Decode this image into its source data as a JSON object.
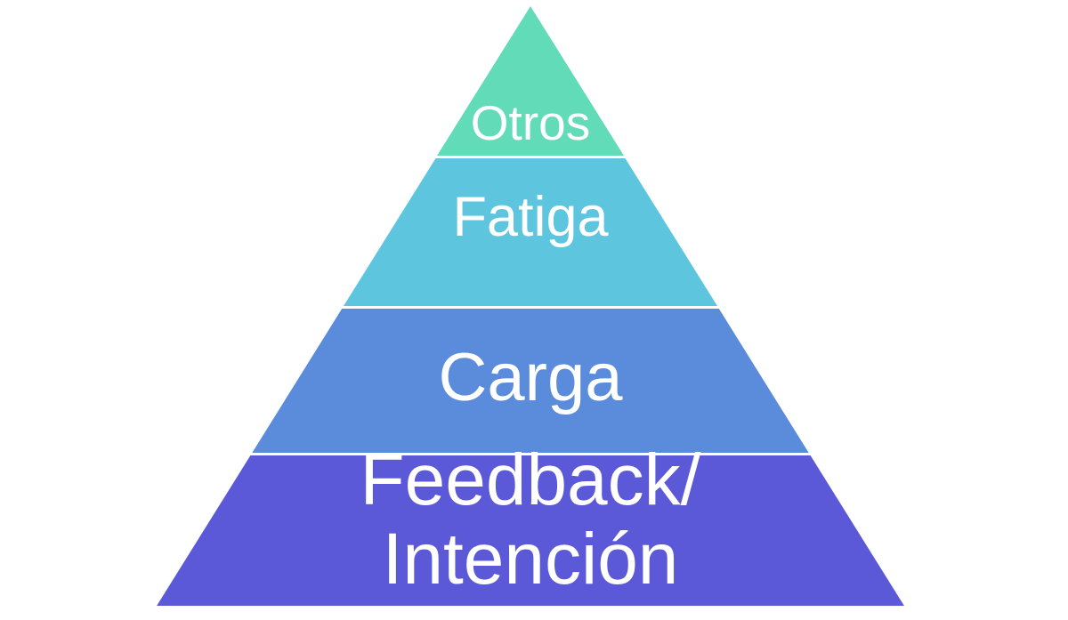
{
  "diagram": {
    "type": "pyramid",
    "background_color": "#ffffff",
    "text_color": "#ffffff",
    "levels": [
      {
        "label": "Otros",
        "color": "#62dbb8",
        "lines": [
          "Otros"
        ]
      },
      {
        "label": "Fatiga",
        "color": "#5dc6de",
        "lines": [
          "Fatiga"
        ]
      },
      {
        "label": "Carga",
        "color": "#5b8cdc",
        "lines": [
          "Carga"
        ]
      },
      {
        "label": "Feedback/ Intención",
        "color": "#5c59d9",
        "lines": [
          "Feedback/",
          "Intención"
        ]
      }
    ]
  }
}
